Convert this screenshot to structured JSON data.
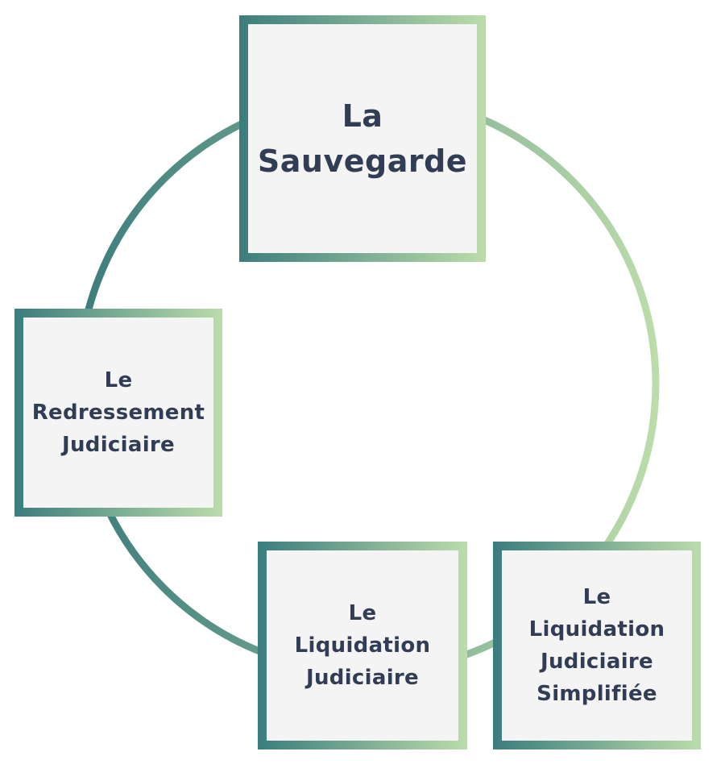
{
  "colors": {
    "gradient_start": "#3b7d7d",
    "gradient_end": "#bcdcaa",
    "box_fill": "#f4f4f4",
    "text": "#313d55"
  },
  "nodes": [
    {
      "lines": [
        "La",
        "Sauvegarde"
      ]
    },
    {
      "lines": [
        "Le",
        "Redressement",
        "Judiciaire"
      ]
    },
    {
      "lines": [
        "Le",
        "Liquidation",
        "Judiciaire"
      ]
    },
    {
      "lines": [
        "Le",
        "Liquidation",
        "Judiciaire",
        "Simplifiée"
      ]
    }
  ]
}
